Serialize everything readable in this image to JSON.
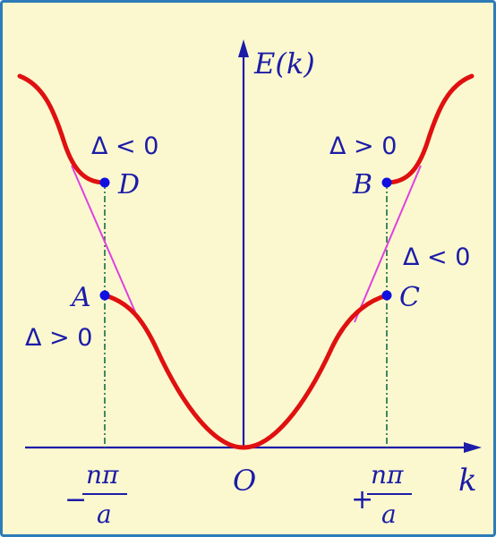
{
  "axes": {
    "y_label": "E(k)",
    "x_label": "k",
    "origin_label": "O"
  },
  "ticks": {
    "left": {
      "sign": "−",
      "numerator": "nπ",
      "denominator": "a"
    },
    "right": {
      "sign": "+",
      "numerator": "nπ",
      "denominator": "a"
    }
  },
  "points": {
    "A": "A",
    "B": "B",
    "C": "C",
    "D": "D"
  },
  "annotations": {
    "left_upper": "Δ < 0",
    "left_lower": "Δ > 0",
    "right_upper": "Δ > 0",
    "right_lower": "Δ < 0"
  },
  "colors": {
    "background": "#fbf8cf",
    "border": "#2d7bb8",
    "axis": "#1c1ca8",
    "curve": "#e01010",
    "tangent": "#e040e0",
    "point": "#1010e0",
    "guide": "#156d46"
  }
}
